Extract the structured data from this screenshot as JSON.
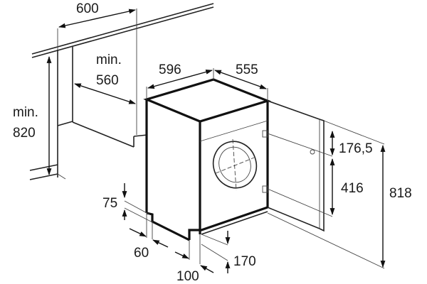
{
  "diagram": {
    "subject": "built-in washing machine installation dimensions",
    "colors": {
      "line": "#111111",
      "background": "#ffffff"
    },
    "dimensions": {
      "niche_width": "600",
      "niche_depth_label": "min.",
      "niche_depth_value": "560",
      "niche_height_label": "min.",
      "niche_height_value": "820",
      "appliance_width": "596",
      "appliance_depth": "555",
      "hinge_top_offset": "176,5",
      "hinge_spacing": "416",
      "door_height": "818",
      "plinth_height": "75",
      "plinth_recess_left": "60",
      "plinth_recess_right": "100",
      "door_bottom_clearance": "170"
    }
  }
}
